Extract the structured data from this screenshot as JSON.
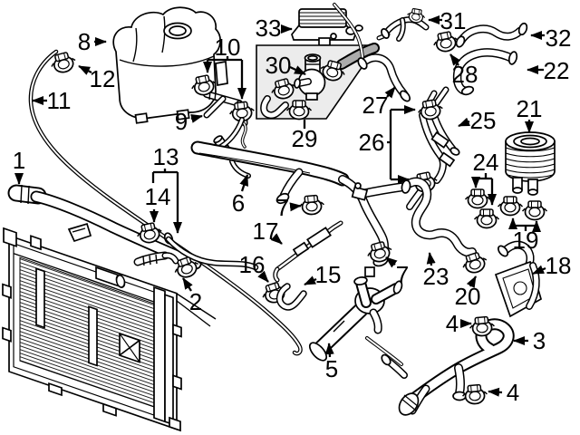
{
  "diagram": {
    "type": "exploded-parts-diagram",
    "subject": "engine-cooling-system",
    "background_color": "#ffffff",
    "line_color": "#000000",
    "group_box_fill": "#ececec"
  },
  "callouts": [
    {
      "label": "1",
      "part": "radiator-hose-end"
    },
    {
      "label": "2",
      "part": "hose-clamp"
    },
    {
      "label": "3",
      "part": "y-branch-hose"
    },
    {
      "label": "4",
      "part": "hose-clamp-upper"
    },
    {
      "label": "4",
      "part": "hose-clamp-lower"
    },
    {
      "label": "5",
      "part": "water-pipe-assembly"
    },
    {
      "label": "6",
      "part": "vent-pipe"
    },
    {
      "label": "7",
      "part": "hose-clamp-left"
    },
    {
      "label": "7",
      "part": "hose-clamp-right"
    },
    {
      "label": "8",
      "part": "expansion-tank"
    },
    {
      "label": "9",
      "part": "t-fitting"
    },
    {
      "label": "10",
      "part": "clamp-pair"
    },
    {
      "label": "11",
      "part": "overflow-hose"
    },
    {
      "label": "12",
      "part": "hose-clamp"
    },
    {
      "label": "13",
      "part": "hose-assembly"
    },
    {
      "label": "14",
      "part": "hose-clamp"
    },
    {
      "label": "15",
      "part": "short-hose"
    },
    {
      "label": "16",
      "part": "hose-clamp"
    },
    {
      "label": "17",
      "part": "vent-tube"
    },
    {
      "label": "18",
      "part": "hose-with-bracket"
    },
    {
      "label": "19",
      "part": "clamp-pair"
    },
    {
      "label": "20",
      "part": "hose-clamp"
    },
    {
      "label": "21",
      "part": "oil-cooler"
    },
    {
      "label": "22",
      "part": "u-shaped-hose"
    },
    {
      "label": "23",
      "part": "s-shaped-hose"
    },
    {
      "label": "24",
      "part": "clamp-pair"
    },
    {
      "label": "25",
      "part": "coolant-pipe"
    },
    {
      "label": "26",
      "part": "clamp-pair"
    },
    {
      "label": "27",
      "part": "elbow-hose"
    },
    {
      "label": "28",
      "part": "hose-clamp"
    },
    {
      "label": "29",
      "part": "thermostat-kit-group"
    },
    {
      "label": "30",
      "part": "thermostat-housing"
    },
    {
      "label": "31",
      "part": "branch-hose"
    },
    {
      "label": "32",
      "part": "s-shaped-hose"
    },
    {
      "label": "33",
      "part": "engine-oil-cooler"
    }
  ]
}
